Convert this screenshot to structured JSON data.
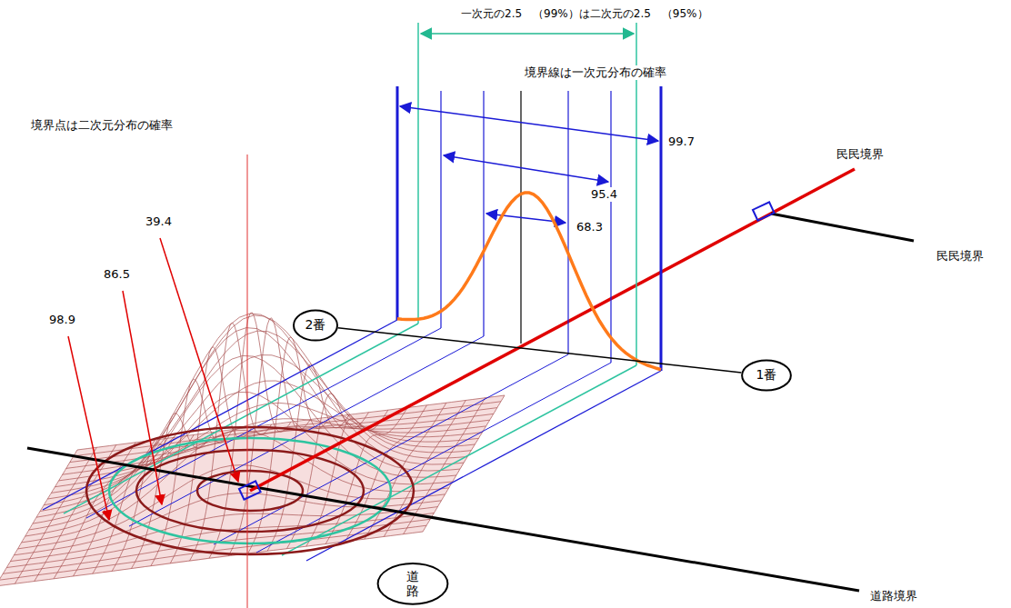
{
  "diagram": {
    "nodes": [
      {
        "text": [
          "2番"
        ]
      },
      {
        "text": [
          "1番"
        ]
      },
      {
        "text": [
          "道路"
        ]
      }
    ],
    "edges": [
      {
        "from": 0,
        "to": 1,
        "arrow": "none"
      }
    ],
    "labels": [
      "一次元の2.5　（99%）は二次元の2.5　（95%）",
      "境界線は一次元分布の確率",
      "99.7",
      "95.4",
      "68.3",
      "民民境界",
      "民民境界",
      "境界点は二次元分布の確率",
      "39.4",
      "86.5",
      "98.9",
      "道路境界"
    ]
  }
}
